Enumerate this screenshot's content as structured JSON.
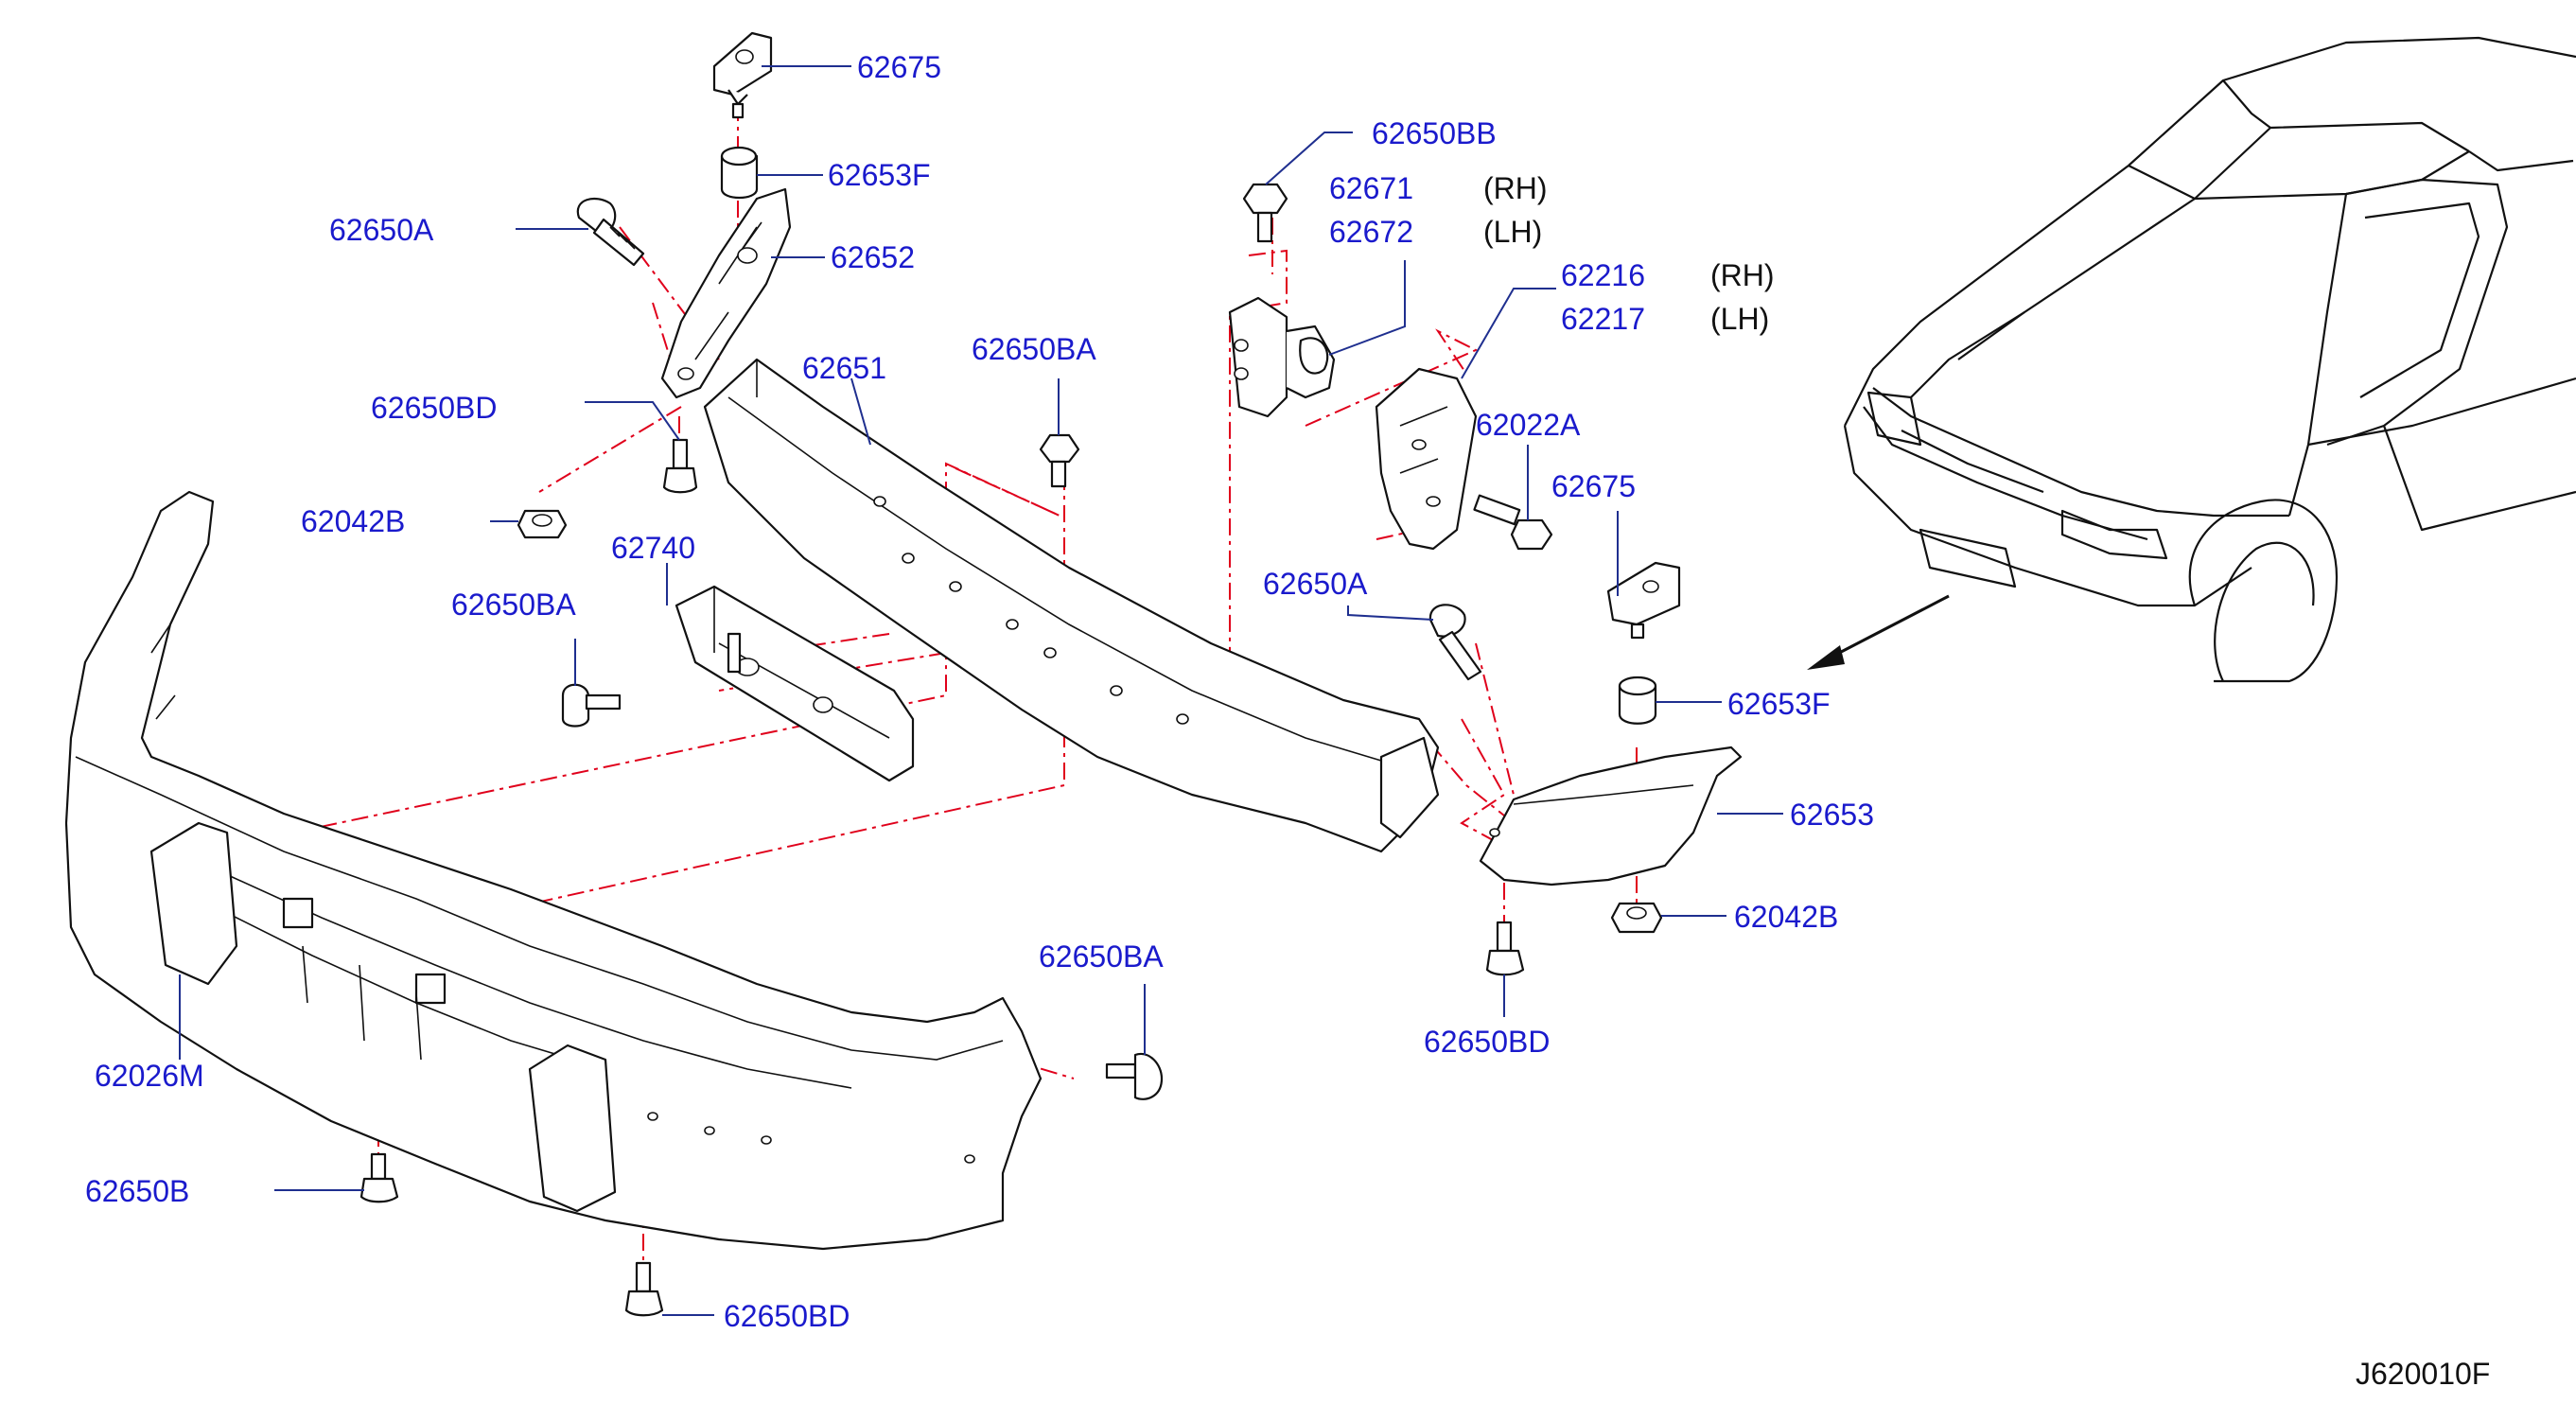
{
  "diagram": {
    "code": "J620010F",
    "labels": [
      {
        "id": "p62675_top",
        "text": "62675"
      },
      {
        "id": "p62653F_top",
        "text": "62653F"
      },
      {
        "id": "p62650A_left",
        "text": "62650A"
      },
      {
        "id": "p62652",
        "text": "62652"
      },
      {
        "id": "p62651",
        "text": "62651"
      },
      {
        "id": "p62650BA_mid",
        "text": "62650BA"
      },
      {
        "id": "p62650BD_left",
        "text": "62650BD"
      },
      {
        "id": "p62042B_left",
        "text": "62042B"
      },
      {
        "id": "p62740",
        "text": "62740"
      },
      {
        "id": "p62650BA_left",
        "text": "62650BA"
      },
      {
        "id": "p62650BB",
        "text": "62650BB"
      },
      {
        "id": "p62671",
        "text": "62671"
      },
      {
        "id": "p62672",
        "text": "62672"
      },
      {
        "id": "p62216",
        "text": "62216"
      },
      {
        "id": "p62217",
        "text": "62217"
      },
      {
        "id": "p62022A",
        "text": "62022A"
      },
      {
        "id": "p62675_right",
        "text": "62675"
      },
      {
        "id": "p62650A_right",
        "text": "62650A"
      },
      {
        "id": "p62653F_right",
        "text": "62653F"
      },
      {
        "id": "p62653",
        "text": "62653"
      },
      {
        "id": "p62042B_right",
        "text": "62042B"
      },
      {
        "id": "p62650BD_right",
        "text": "62650BD"
      },
      {
        "id": "p62650BA_bottom",
        "text": "62650BA"
      },
      {
        "id": "p62026M",
        "text": "62026M"
      },
      {
        "id": "p62650B",
        "text": "62650B"
      },
      {
        "id": "p62650BD_bottom",
        "text": "62650BD"
      }
    ],
    "sides": {
      "rh_1": "(RH)",
      "lh_1": "(LH)",
      "rh_2": "(RH)",
      "lh_2": "(LH)"
    }
  }
}
